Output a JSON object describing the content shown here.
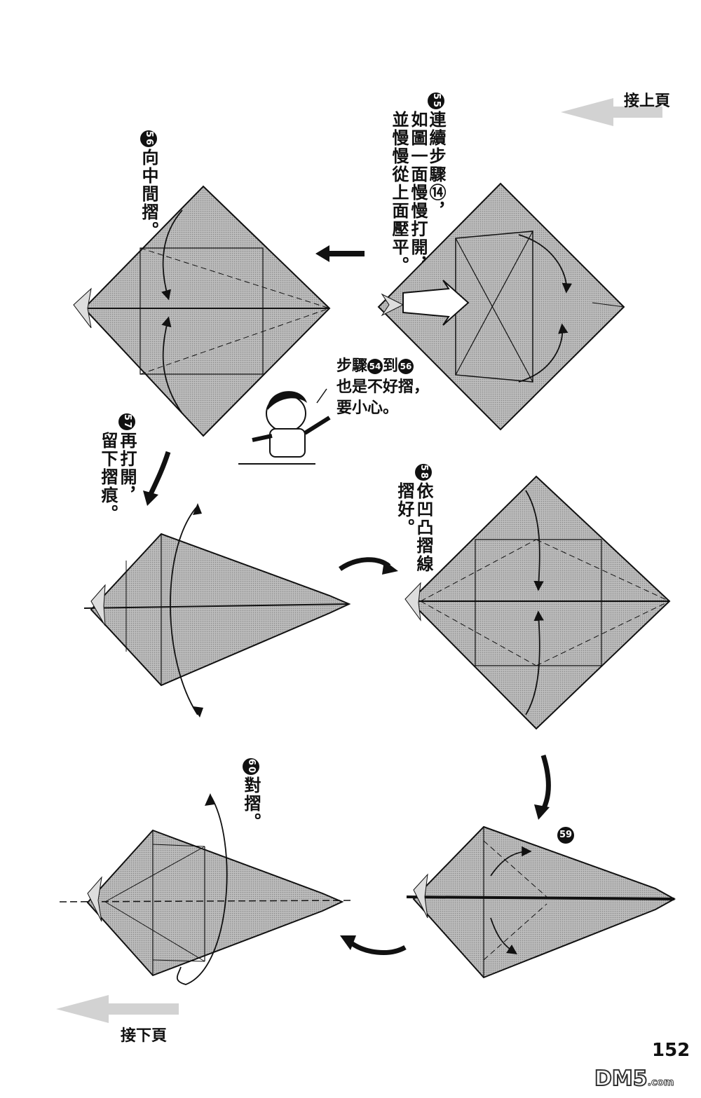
{
  "nav": {
    "prev_label": "接上頁",
    "next_label": "接下頁"
  },
  "steps": [
    {
      "num": "55",
      "line1": "連續步驟⑭，",
      "line2": "如圖一面慢慢打開，",
      "line3": "並慢慢從上面壓平。"
    },
    {
      "num": "56",
      "line1": "向中間摺。"
    },
    {
      "num": "57",
      "line1": "再打開，",
      "line2": "留下摺痕。"
    },
    {
      "num": "58",
      "line1": "依凹凸摺線",
      "line2": "摺好。"
    },
    {
      "num": "59"
    },
    {
      "num": "60",
      "line1": "對摺。"
    }
  ],
  "speech": {
    "line1_a": "步驟",
    "line1_n1": "54",
    "line1_b": "到",
    "line1_n2": "56",
    "line2": "也是不好摺，",
    "line3": "要小心。"
  },
  "page_number": "152",
  "watermark": "DM5",
  "watermark_suffix": ".com",
  "colors": {
    "paper": "#b3b3b3",
    "ink": "#111111",
    "nav_arrow": "#d2d2d2"
  }
}
